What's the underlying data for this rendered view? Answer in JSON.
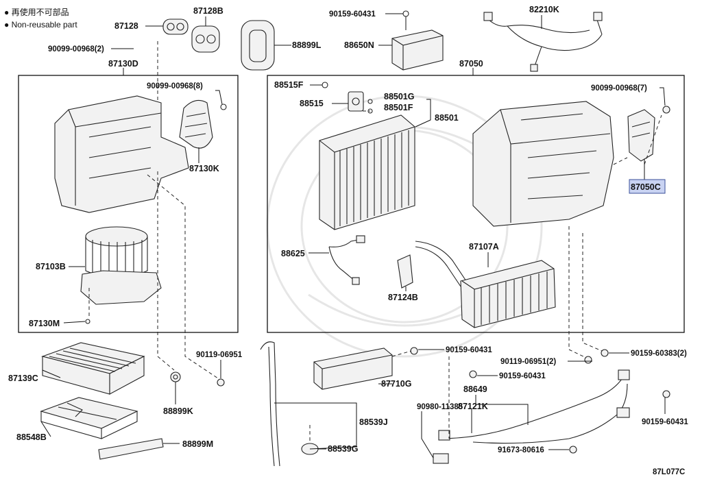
{
  "legend": [
    {
      "symbol": "●",
      "text": "再使用不可部品"
    },
    {
      "symbol": "●",
      "text": "Non-reusable part"
    }
  ],
  "diagram_code": "87L077C",
  "highlight_color": "#c9d3f2",
  "parts": {
    "p87128": "87128",
    "p87128B": "87128B",
    "p88899L": "88899L",
    "p90159_60431_top": "90159-60431",
    "p88650N": "88650N",
    "p82210K": "82210K",
    "p90099_00968_2": "90099-00968(2)",
    "p87130D": "87130D",
    "p87050": "87050",
    "p90099_00968_8": "90099-00968(8)",
    "p88515F": "88515F",
    "p88501G": "88501G",
    "p88515": "88515",
    "p88501F": "88501F",
    "p88501": "88501",
    "p90099_00968_7": "90099-00968(7)",
    "p87130K": "87130K",
    "p87050C": "87050C",
    "p88625": "88625",
    "p87107A": "87107A",
    "p87103B": "87103B",
    "p87124B": "87124B",
    "p87130M": "87130M",
    "p90159_60431_a": "90159-60431",
    "p90119_06951": "90119-06951",
    "p90119_06951_2": "90119-06951(2)",
    "p90159_60383_2": "90159-60383(2)",
    "p87139C": "87139C",
    "p90159_60431_b": "90159-60431",
    "p87710G": "87710G",
    "p88649": "88649",
    "p90980_11385": "90980-11385",
    "p87121K": "87121K",
    "p88539J": "88539J",
    "p88899K": "88899K",
    "p90159_60431_c": "90159-60431",
    "p88548B": "88548B",
    "p88899M": "88899M",
    "p88539G": "88539G",
    "p91673_80616": "91673-80616"
  }
}
